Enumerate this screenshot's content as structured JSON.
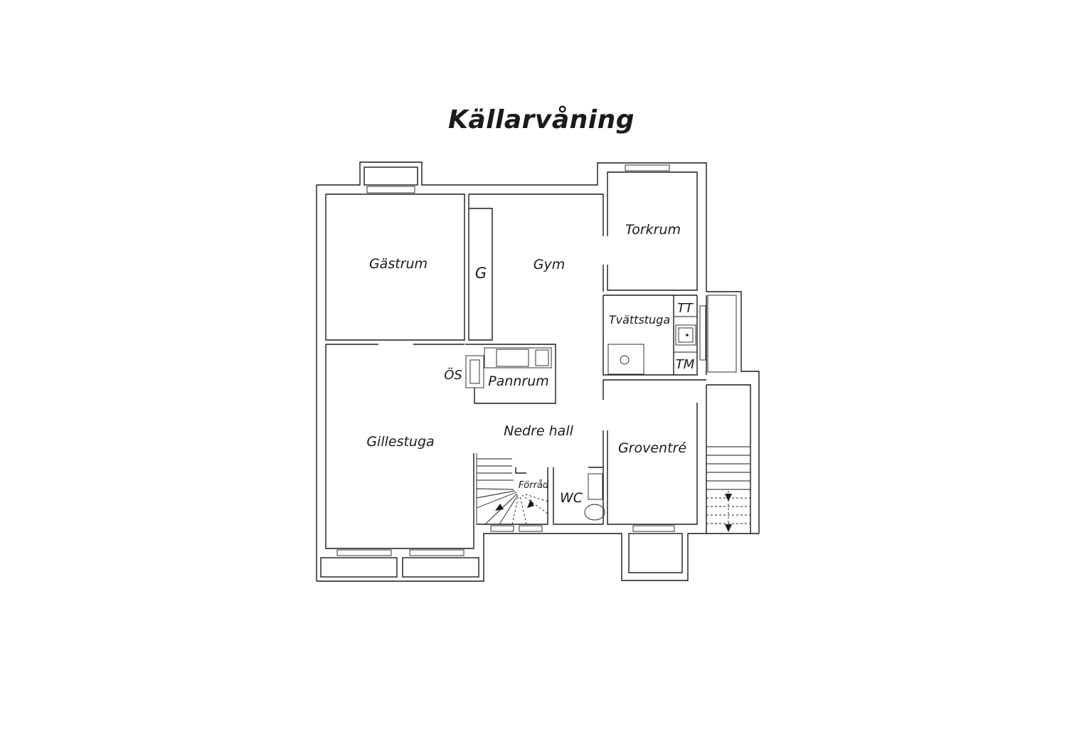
{
  "title": "Källarvåning",
  "rooms": {
    "gastrum": "Gästrum",
    "gym": "Gym",
    "torkrum": "Torkrum",
    "g": "G",
    "tvattstuga": "Tvättstuga",
    "tt": "TT",
    "tm": "TM",
    "os": "ÖS",
    "pannrum": "Pannrum",
    "gillestuga": "Gillestuga",
    "nedre_hall": "Nedre hall",
    "groventre": "Groventré",
    "forrad": "Förråd",
    "wc": "WC"
  }
}
